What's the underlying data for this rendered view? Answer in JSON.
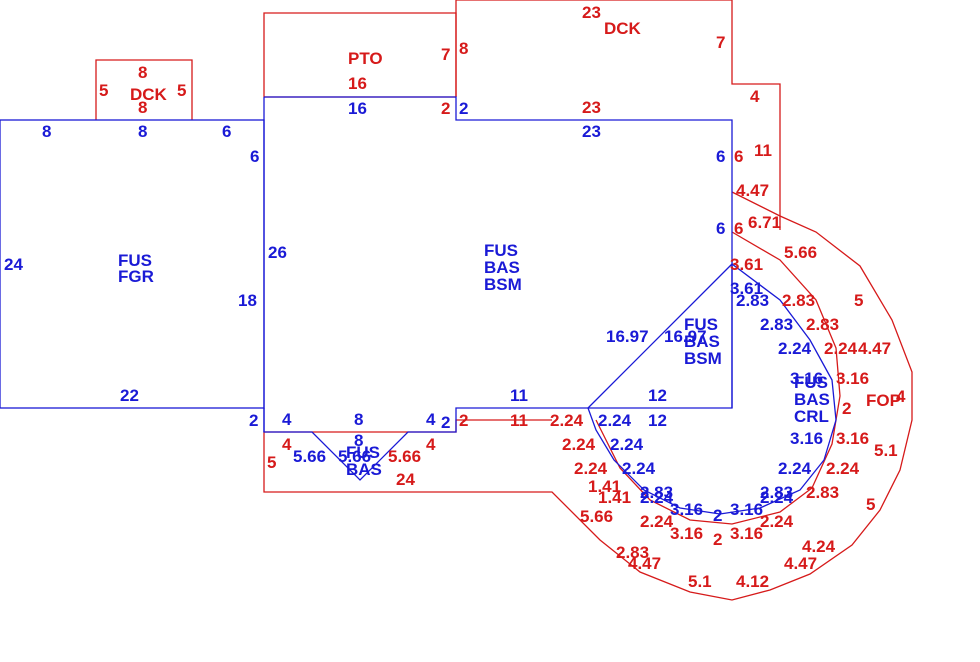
{
  "colors": {
    "main_area": "#1a1ad6",
    "addition": "#d61a1a",
    "background": "#ffffff"
  },
  "areas": {
    "fgr": [
      "FUS",
      "FGR"
    ],
    "main": [
      "FUS",
      "BAS",
      "BSM"
    ],
    "wedge": [
      "FUS",
      "BAS",
      "BSM"
    ],
    "crl": [
      "FUS",
      "BAS",
      "CRL"
    ],
    "bay": [
      "FUS",
      "BAS"
    ],
    "pto": "PTO",
    "dck_top": "DCK",
    "dck_small": "DCK",
    "fop": "FOP"
  },
  "dimensions": {
    "blue": [
      "8",
      "8",
      "6",
      "6",
      "24",
      "26",
      "18",
      "22",
      "2",
      "4",
      "8",
      "4",
      "2",
      "16",
      "2",
      "23",
      "6",
      "6",
      "11",
      "12",
      "12",
      "16.97",
      "16.97",
      "3.61",
      "2.83",
      "2.83",
      "2.24",
      "3.16",
      "3.16",
      "2.24",
      "2.83",
      "3.16",
      "2",
      "3.16",
      "2.24",
      "2.24",
      "2.24",
      "2.24",
      "2.83",
      "2.24",
      "5.66",
      "5.66",
      "8"
    ],
    "red": [
      "8",
      "5",
      "5",
      "8",
      "7",
      "16",
      "2",
      "8",
      "23",
      "7",
      "23",
      "4",
      "6",
      "11",
      "4.47",
      "6",
      "6.71",
      "5.66",
      "3.61",
      "2.83",
      "2.83",
      "5",
      "2.24",
      "4.47",
      "3.16",
      "2",
      "4",
      "3.16",
      "5.1",
      "2.24",
      "2.83",
      "5",
      "4.24",
      "4.47",
      "4.12",
      "5.1",
      "4.47",
      "2.83",
      "5.66",
      "1.41",
      "1.41",
      "2.24",
      "3.16",
      "2",
      "3.16",
      "2.24",
      "2.24",
      "2.24",
      "2.24",
      "2",
      "11",
      "4",
      "5",
      "4",
      "5.66",
      "24"
    ]
  }
}
